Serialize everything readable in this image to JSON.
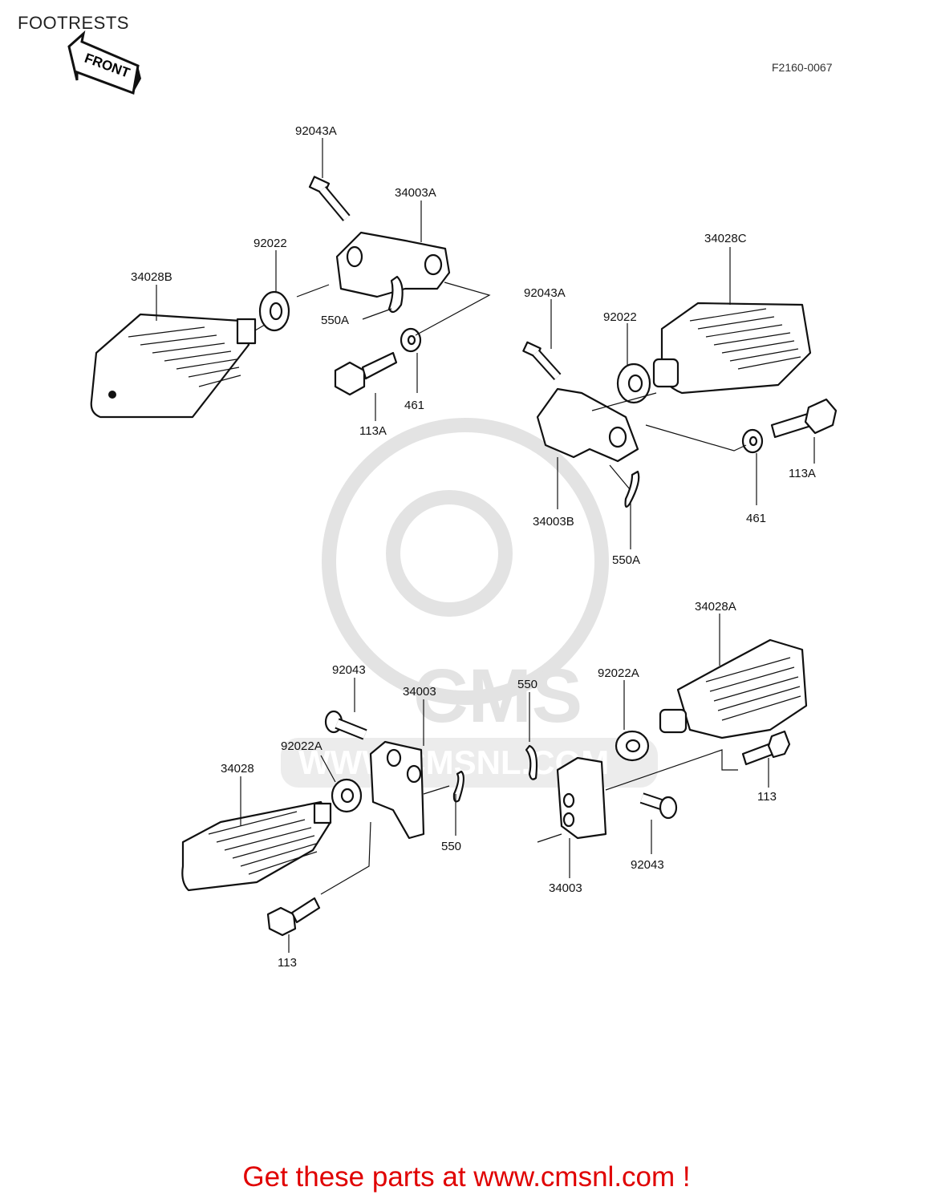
{
  "header": {
    "title": "FOOTRESTS",
    "drawing_code": "F2160-0067"
  },
  "front_arrow": {
    "label": "FRONT"
  },
  "watermark": {
    "logo": "CMS",
    "url": "WWW.CMSNL.COM"
  },
  "callouts": {
    "c1": "92043A",
    "c2": "34003A",
    "c3": "92022",
    "c4": "34028B",
    "c5": "550A",
    "c6": "461",
    "c7": "113A",
    "c8": "34028C",
    "c9": "92043A",
    "c10": "92022",
    "c11": "113A",
    "c12": "461",
    "c13": "34003B",
    "c14": "550A",
    "c15": "34028A",
    "c16": "92043",
    "c17": "34003",
    "c18": "550",
    "c19": "92022A",
    "c20": "92022A",
    "c21": "34028",
    "c22": "550",
    "c23": "113",
    "c24": "92043",
    "c25": "34003",
    "c26": "113"
  },
  "footer": {
    "cta": "Get these parts at www.cmsnl.com !",
    "cta_color": "#e00000"
  }
}
